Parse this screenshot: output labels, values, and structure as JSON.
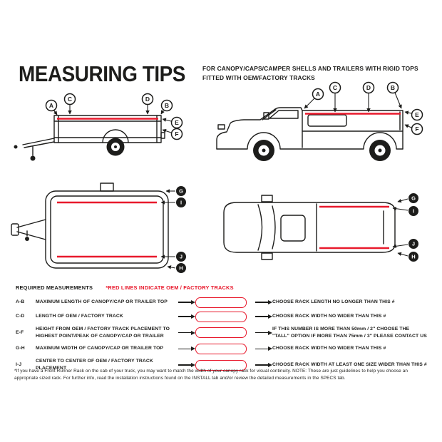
{
  "header": {
    "title": "MEASURING TIPS",
    "subtitle_line1": "FOR CANOPY/CAPS/CAMPER SHELLS AND TRAILERS WITH RIGID TOPS",
    "subtitle_line2": "FITTED WITH OEM/FACTORY TRACKS"
  },
  "labels": {
    "A": "A",
    "B": "B",
    "C": "C",
    "D": "D",
    "E": "E",
    "F": "F",
    "G": "G",
    "H": "H",
    "I": "I",
    "J": "J"
  },
  "section": {
    "required_title": "REQUIRED MEASUREMENTS",
    "track_note": "*RED LINES INDICATE OEM / FACTORY TRACKS"
  },
  "measurements": [
    {
      "code": "A-B",
      "description": "MAXIMUM LENGTH OF CANOPY/CAP OR TRAILER TOP",
      "recommendation": "CHOOSE RACK LENGTH NO LONGER THAN THIS #"
    },
    {
      "code": "C-D",
      "description": "LENGTH OF OEM / FACTORY TRACK",
      "recommendation": "CHOOSE RACK WIDTH NO WIDER THAN THIS #"
    },
    {
      "code": "E-F",
      "description": "HEIGHT FROM OEM / FACTORY TRACK PLACEMENT TO HIGHEST POINT/PEAK OF CANOPY/CAP OR TRAILER",
      "recommendation": "IF THIS NUMBER IS MORE THAN 50mm / 2\" CHOOSE THE \"TALL\" OPTION IF MORE THAN 75mm / 3\" PLEASE CONTACT US"
    },
    {
      "code": "G-H",
      "description": "MAXIMUM WIDTH OF CANOPY/CAP OR TRAILER TOP",
      "recommendation": "CHOOSE RACK WIDTH NO WIDER THAN THIS #"
    },
    {
      "code": "I-J",
      "description": "CENTER TO CENTER OF OEM / FACTORY TRACK PLACEMENT",
      "recommendation": "CHOOSE RACK WIDTH AT LEAST ONE SIZE WIDER THAN THIS #"
    }
  ],
  "footnote": "*If you have a Front Runner Rack on the cab of your truck, you may want to match the width of your canopy rack for visual continuity. NOTE: These are just guidelines to help you choose an appropriate sized rack. For further info, read the installation instructions found on the INSTALL tab and/or review the detailed measurements in the SPECS tab.",
  "colors": {
    "track_red": "#e8192c",
    "ink": "#1d1d1b"
  }
}
